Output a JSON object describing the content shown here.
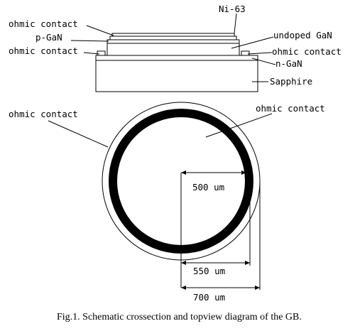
{
  "cross_section": {
    "labels": {
      "ni63": "Ni-63",
      "ohmic_top_left": "ohmic contact",
      "pgan": "p-GaN",
      "ohmic_bottom_left": "ohmic contact",
      "undoped_gan": "undoped GaN",
      "ohmic_right": "ohmic contact",
      "ngan": "n-GaN",
      "sapphire": "Sapphire"
    }
  },
  "top_view": {
    "labels": {
      "ohmic_left": "ohmic contact",
      "ohmic_right": "ohmic contact"
    },
    "dimensions": {
      "d500": "500 um",
      "d550": "550 um",
      "d700": "700 um"
    }
  },
  "caption": "Fig.1. Schematic crossection and topview diagram of the GB."
}
